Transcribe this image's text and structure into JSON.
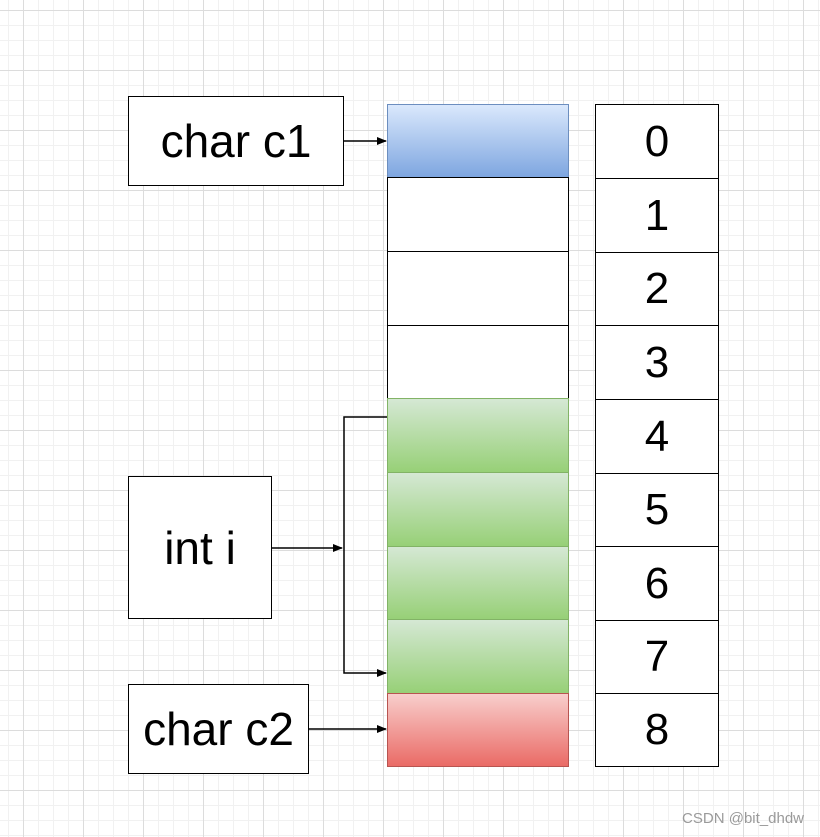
{
  "labels": {
    "c1": "char c1",
    "i": "int i",
    "c2": "char c2"
  },
  "memory_cells": [
    {
      "type": "c1",
      "color": "#7ea6e0"
    },
    {
      "type": "empty",
      "color": "#ffffff"
    },
    {
      "type": "empty",
      "color": "#ffffff"
    },
    {
      "type": "empty",
      "color": "#ffffff"
    },
    {
      "type": "i",
      "color": "#97d077"
    },
    {
      "type": "i",
      "color": "#97d077"
    },
    {
      "type": "i",
      "color": "#97d077"
    },
    {
      "type": "i",
      "color": "#97d077"
    },
    {
      "type": "c2",
      "color": "#ea6b66"
    }
  ],
  "offsets": [
    "0",
    "1",
    "2",
    "3",
    "4",
    "5",
    "6",
    "7",
    "8"
  ],
  "watermark": "CSDN @bit_dhdw"
}
